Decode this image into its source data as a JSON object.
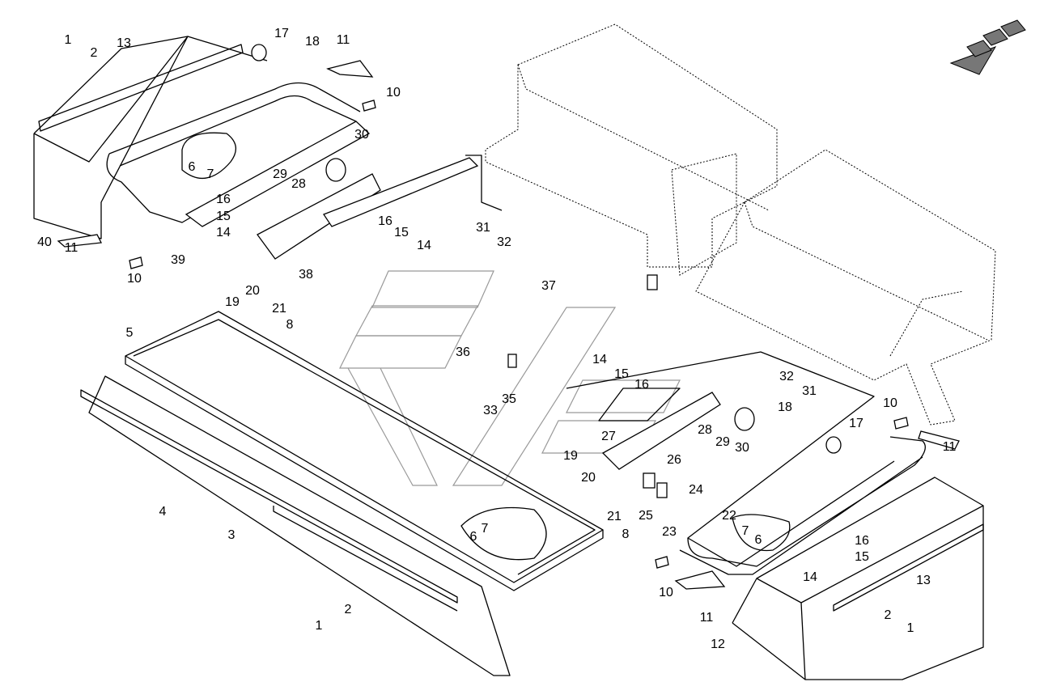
{
  "diagram": {
    "direction_icon": "travel-direction-arrow-icon",
    "callouts": [
      "1",
      "2",
      "13",
      "17",
      "18",
      "11",
      "10",
      "30",
      "6",
      "7",
      "29",
      "28",
      "16",
      "15",
      "14",
      "16",
      "15",
      "14",
      "31",
      "32",
      "40",
      "11",
      "10",
      "39",
      "38",
      "19",
      "20",
      "21",
      "8",
      "37",
      "5",
      "36",
      "35",
      "33",
      "14",
      "15",
      "16",
      "32",
      "31",
      "10",
      "11",
      "18",
      "17",
      "27",
      "28",
      "29",
      "30",
      "19",
      "26",
      "20",
      "24",
      "25",
      "21",
      "8",
      "23",
      "22",
      "7",
      "6",
      "4",
      "3",
      "7",
      "6",
      "16",
      "15",
      "14",
      "13",
      "10",
      "11",
      "2",
      "1",
      "2",
      "1",
      "12"
    ]
  }
}
